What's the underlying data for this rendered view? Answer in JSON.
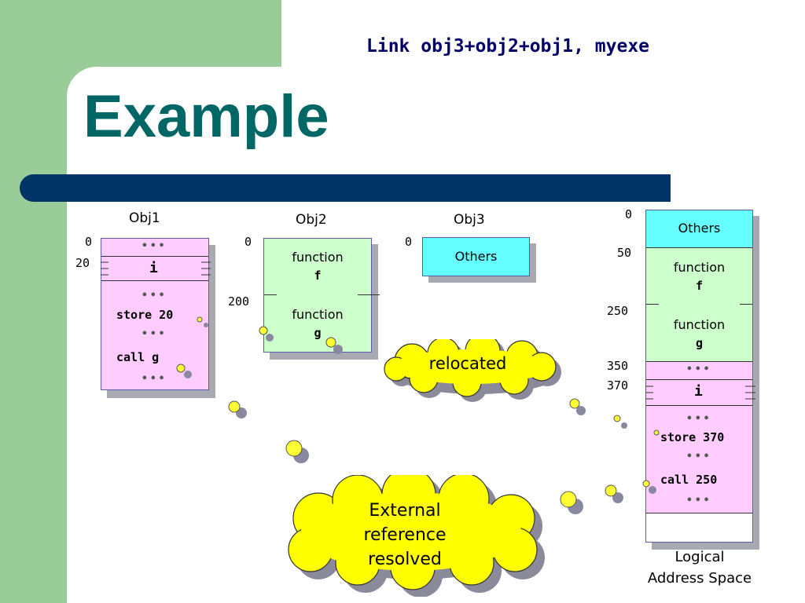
{
  "slide": {
    "title": "Example",
    "command": "Link obj3+obj2+obj1, myexe"
  },
  "obj1": {
    "label": "Obj1",
    "addr_0": "0",
    "addr_20": "20",
    "dots": "•••",
    "var": "i",
    "store": "store 20",
    "call": "call g"
  },
  "obj2": {
    "label": "Obj2",
    "addr_0": "0",
    "addr_200": "200",
    "func_f_line1": "function",
    "func_f_line2": "f",
    "func_g_line1": "function",
    "func_g_line2": "g"
  },
  "obj3": {
    "label": "Obj3",
    "addr_0": "0",
    "content": "Others"
  },
  "logical": {
    "addr_0": "0",
    "addr_50": "50",
    "addr_250": "250",
    "addr_350": "350",
    "addr_370": "370",
    "others": "Others",
    "func_f_line1": "function",
    "func_f_line2": "f",
    "func_g_line1": "function",
    "func_g_line2": "g",
    "dots": "•••",
    "var": "i",
    "store": "store 370",
    "call": "call 250",
    "caption_line1": "Logical",
    "caption_line2": "Address Space"
  },
  "callouts": {
    "relocated": "relocated",
    "external_line1": "External",
    "external_line2": "reference",
    "external_line3": "resolved"
  },
  "colors": {
    "title": "#006666",
    "command": "#000066",
    "sidebar_green": "#99cc99",
    "bar_navy": "#003366",
    "pink": "#ffccff",
    "green": "#ccffcc",
    "cyan": "#66ffff",
    "cloud": "#ffff00"
  }
}
